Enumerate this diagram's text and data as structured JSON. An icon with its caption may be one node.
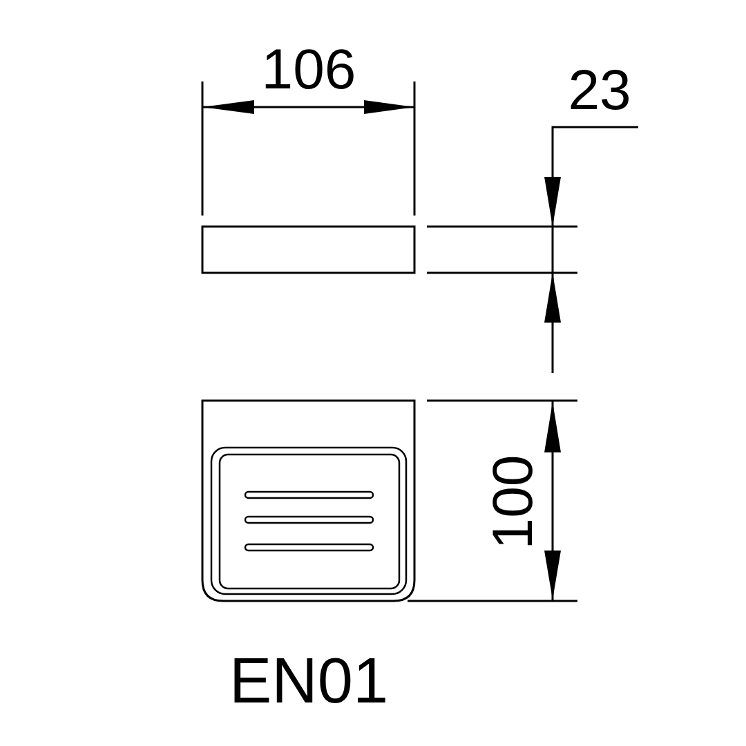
{
  "diagram": {
    "labels": [
      "106",
      "23",
      "100",
      "EN01"
    ]
  }
}
